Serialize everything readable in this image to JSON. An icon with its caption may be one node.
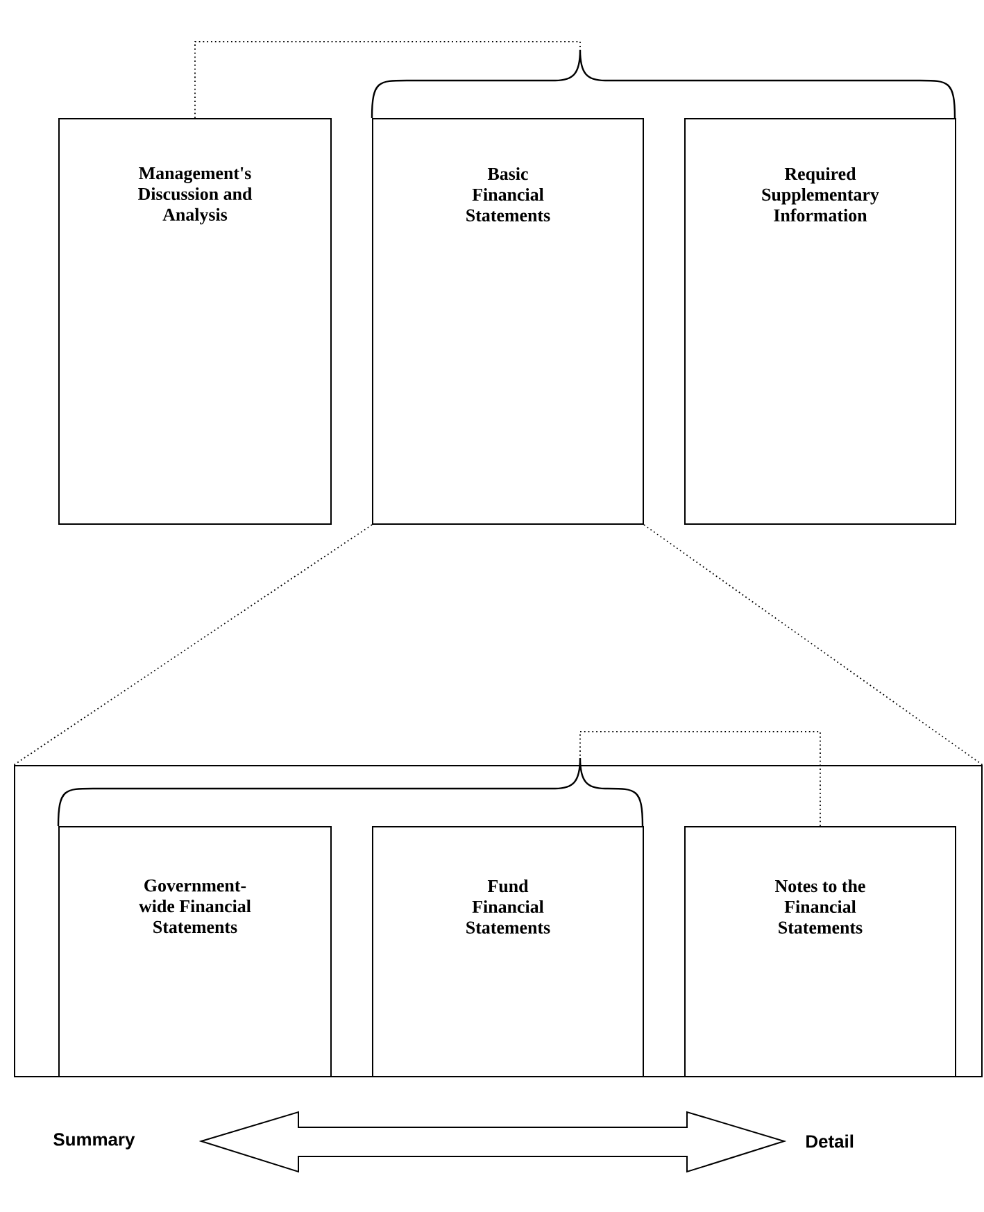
{
  "diagram": {
    "nodes": [
      {
        "text": [
          "Management's Discussion and Analysis"
        ]
      },
      {
        "text": [
          "Basic Financial Statements"
        ]
      },
      {
        "text": [
          "Required Supplementary Information"
        ]
      },
      {
        "text": [],
        "shape": "box"
      },
      {
        "text": [
          "Government-wide Financial Statements"
        ],
        "in": 3
      },
      {
        "text": [
          "Fund Financial Statements"
        ],
        "in": 3
      },
      {
        "text": [
          "Notes to the Financial Statements"
        ],
        "in": 3
      },
      {
        "text": [],
        "shape": "brace"
      },
      {
        "text": [],
        "shape": "brace",
        "in": 3
      }
    ],
    "edges": [
      {
        "from": 0,
        "to": 7,
        "arrow": "none",
        "style": "dashed"
      },
      {
        "from": 1,
        "to": 3,
        "arrow": "none",
        "style": "dashed"
      },
      {
        "from": 6,
        "to": 8,
        "arrow": "none",
        "style": "dashed"
      }
    ],
    "labels": [
      "Summary",
      "Detail"
    ]
  }
}
